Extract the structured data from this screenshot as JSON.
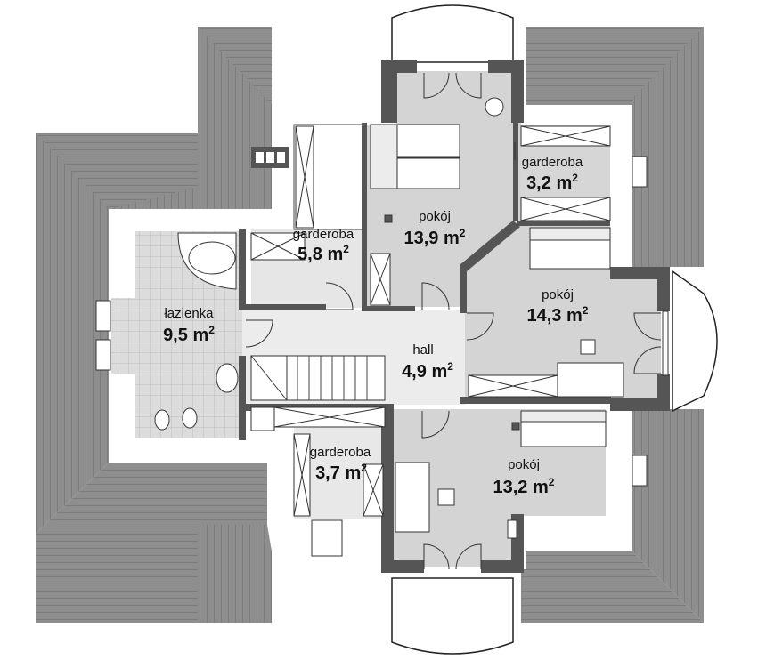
{
  "plan": {
    "area_unit_base": "m",
    "area_unit_exponent": "2",
    "rooms": [
      {
        "id": "garderoba-1",
        "name": "garderoba",
        "area": "3,2"
      },
      {
        "id": "pokoj-1",
        "name": "pokój",
        "area": "13,9"
      },
      {
        "id": "garderoba-2",
        "name": "garderoba",
        "area": "5,8"
      },
      {
        "id": "lazienka",
        "name": "łazienka",
        "area": "9,5"
      },
      {
        "id": "pokoj-2",
        "name": "pokój",
        "area": "14,3"
      },
      {
        "id": "hall",
        "name": "hall",
        "area": "4,9"
      },
      {
        "id": "garderoba-3",
        "name": "garderoba",
        "area": "3,7"
      },
      {
        "id": "pokoj-3",
        "name": "pokój",
        "area": "13,2"
      }
    ]
  },
  "colors": {
    "roof": "#8c8c8c",
    "roof_lines": "#6e6e6e",
    "floor": "#d4d4d4",
    "wall": "#555555",
    "outline": "#222222"
  }
}
